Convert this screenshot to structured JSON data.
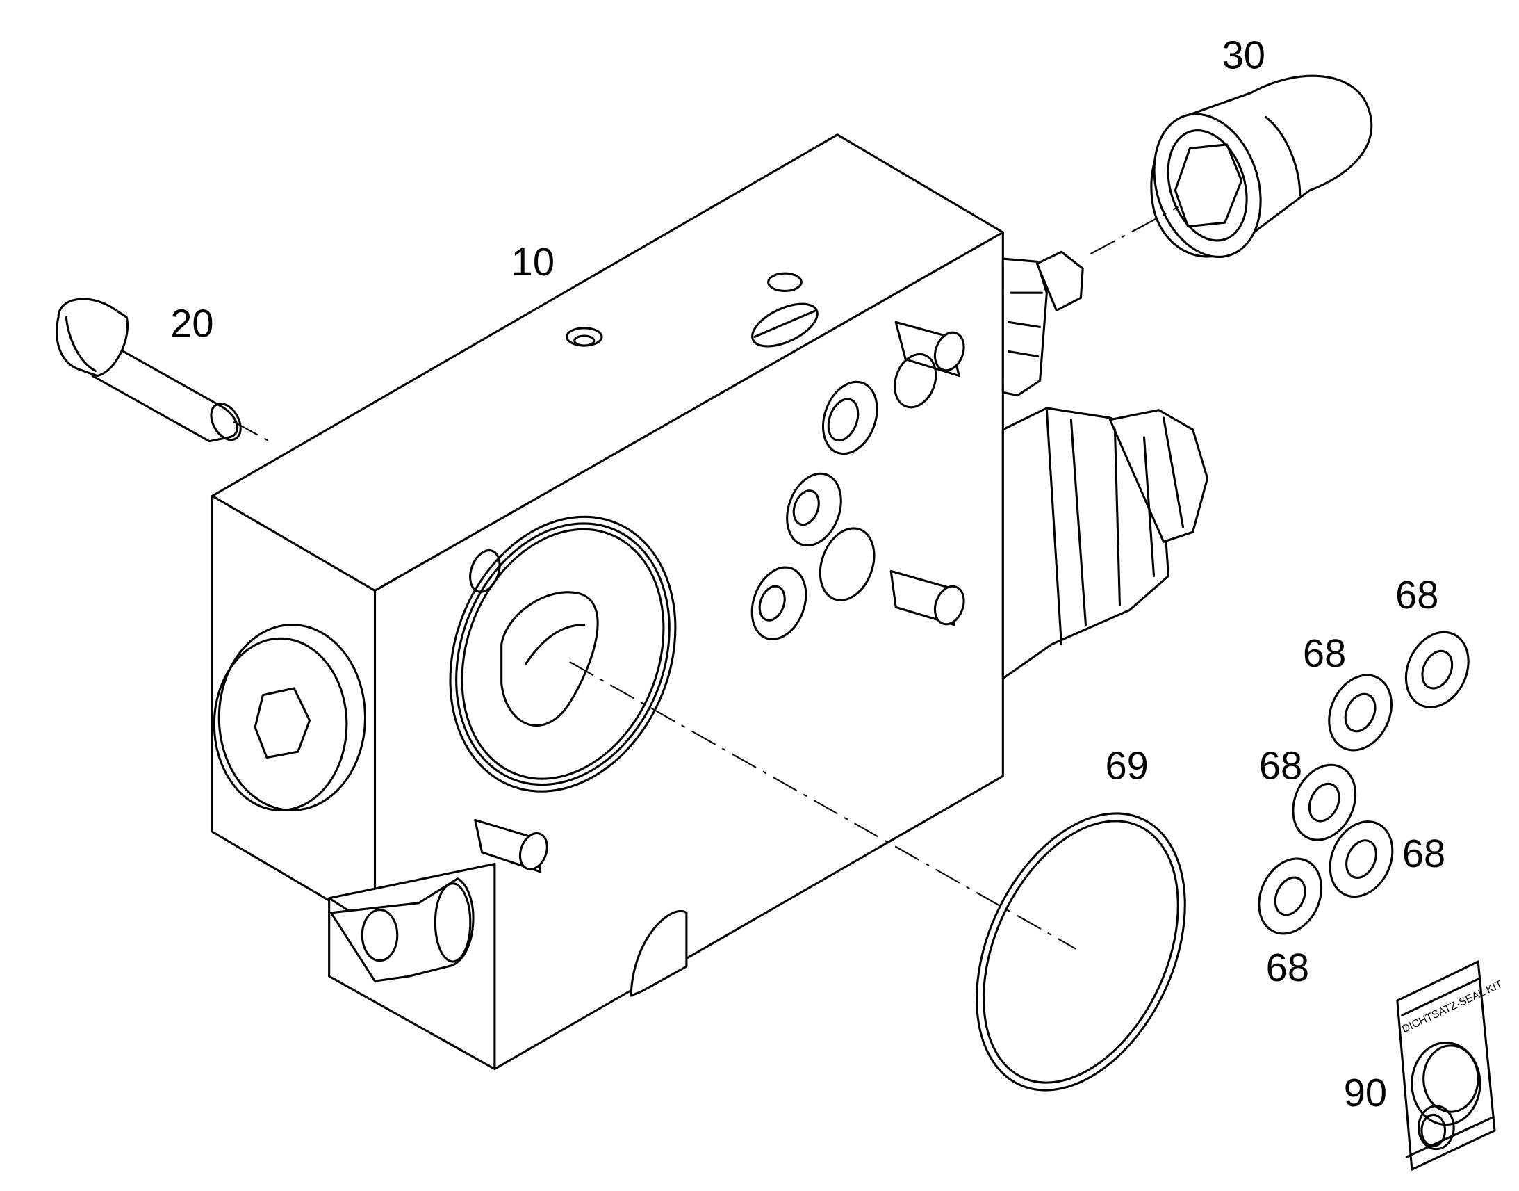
{
  "callouts": {
    "body": "10",
    "screw": "20",
    "cap": "30",
    "oring": "69",
    "seal_kit": "90",
    "seal_a": "68",
    "seal_b": "68",
    "seal_c": "68",
    "seal_d": "68",
    "seal_e": "68"
  },
  "seal_kit_label": "DICHTSATZ-SEAL KIT"
}
